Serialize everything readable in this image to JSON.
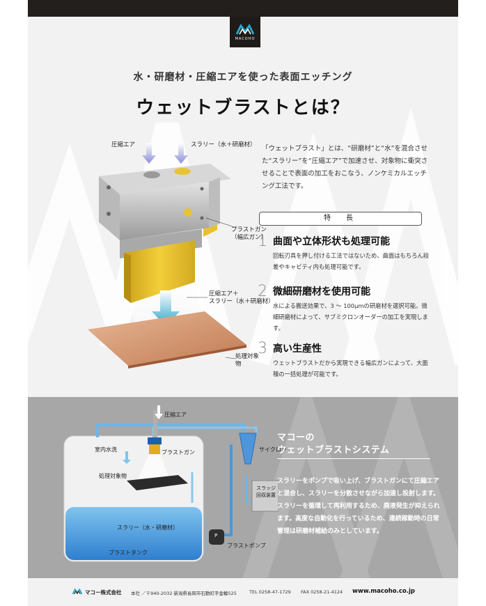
{
  "brand": {
    "logo_text": "MACOHO",
    "colors": {
      "dark": "#231f1c",
      "accent_blue": "#2aa4c8",
      "gray_section": "#a7a7a7"
    }
  },
  "header": {
    "subtitle": "水・研磨材・圧縮エアを使った表面エッチング",
    "title": "ウェットブラストとは？"
  },
  "illustration": {
    "callouts": {
      "compressed_air": "圧縮エア",
      "slurry": "スラリー（水＋研磨材）",
      "blast_gun": "ブラストガン\n（幅広ガン）",
      "air_plus_slurry": "圧縮エア＋\nスラリー（水＋研磨材）",
      "workpiece": "処理対象物"
    }
  },
  "intro": {
    "text": "「ウェットブラスト」とは、“研磨材”と“水”を混合させた“スラリー”を“圧縮エア”で加速させ、対象物に衝突させることで表面の加工をおこなう、ノンケミカルエッチング工法です。"
  },
  "features": {
    "tag": "特　長",
    "items": [
      {
        "num": "1",
        "title": "曲面や立体形状も処理可能",
        "desc": "回転刃具を押し付ける工法ではないため、曲面はもちろん段差やキャビティ内も処理可能です。"
      },
      {
        "num": "2",
        "title": "微細研磨材を使用可能",
        "desc": "水による搬送効果で、3 〜 100μmの研磨材を選択可能。微細研磨材によって、サブミクロンオーダーの加工を実現します。"
      },
      {
        "num": "3",
        "title": "高い生産性",
        "desc": "ウェットブラストだから実現できる幅広ガンによって、大面積の一括処理が可能です。"
      }
    ]
  },
  "system": {
    "title_line1": "マコーの",
    "title_line2": "ウェットブラストシステム",
    "desc": "スラリーをポンプで吸い上げ、ブラストガンにて圧縮エアと混合し、スラリーを分散させながら加速し投射します。スラリーを循環して再利用するため、廃液発生が抑えられます。高度な自動化を行っているため、連続稼動時の日常管理は研磨材補給のみとしています。",
    "labels": {
      "compressed_air": "圧縮エア",
      "cyclone": "サイクロン",
      "indoor_wash": "室内水洗",
      "blast_gun": "ブラストガン",
      "workpiece": "処理対象物",
      "sludge": "スラッジ\n回収装置",
      "slurry": "スラリー（水・研磨材）",
      "pump_mark": "P",
      "blast_pump": "ブラストポンプ",
      "blast_tank": "ブラストタンク"
    }
  },
  "footer": {
    "company": "マコー株式会社",
    "address": "本社 ／〒940-2032  新潟県長岡市石動町字金輪525",
    "tel": "TEL 0258-47-1729",
    "fax": "FAX 0258-21-4124",
    "url": "www.macoho.co.jp"
  }
}
